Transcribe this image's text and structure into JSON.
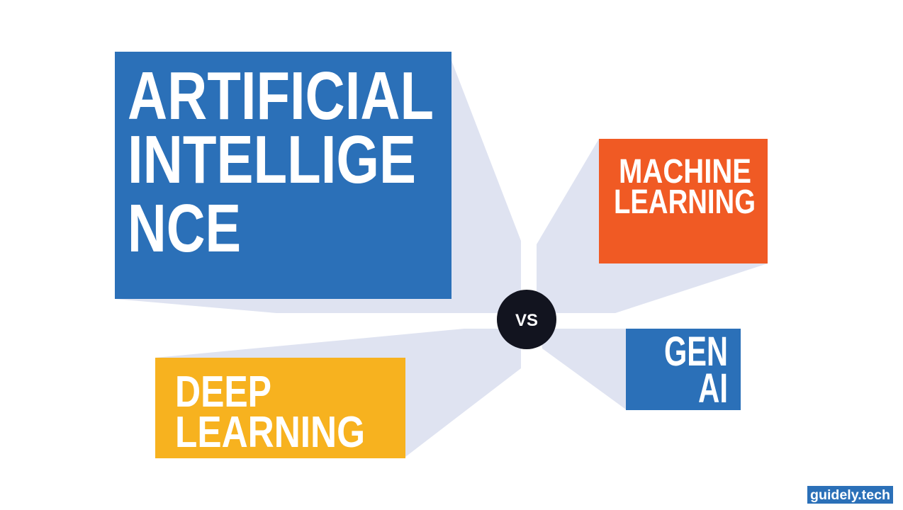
{
  "colors": {
    "shadow": "#dfe3f1",
    "ai": "#2b70b8",
    "ml": "#f05a24",
    "dl": "#f7b21f",
    "genai": "#2b70b8",
    "vs": "#12141f",
    "watermark": "#2b70b8"
  },
  "ai": {
    "lines": [
      "ARTIFICIAL",
      "INTELLIGE",
      "NCE"
    ]
  },
  "ml": {
    "lines": [
      "MACHINE",
      "LEARNING"
    ]
  },
  "dl": {
    "lines": [
      "DEEP",
      "LEARNING"
    ]
  },
  "genai": {
    "lines": [
      "GEN",
      "AI"
    ]
  },
  "vs": {
    "label": "VS"
  },
  "watermark": {
    "label": "guidely.tech"
  }
}
